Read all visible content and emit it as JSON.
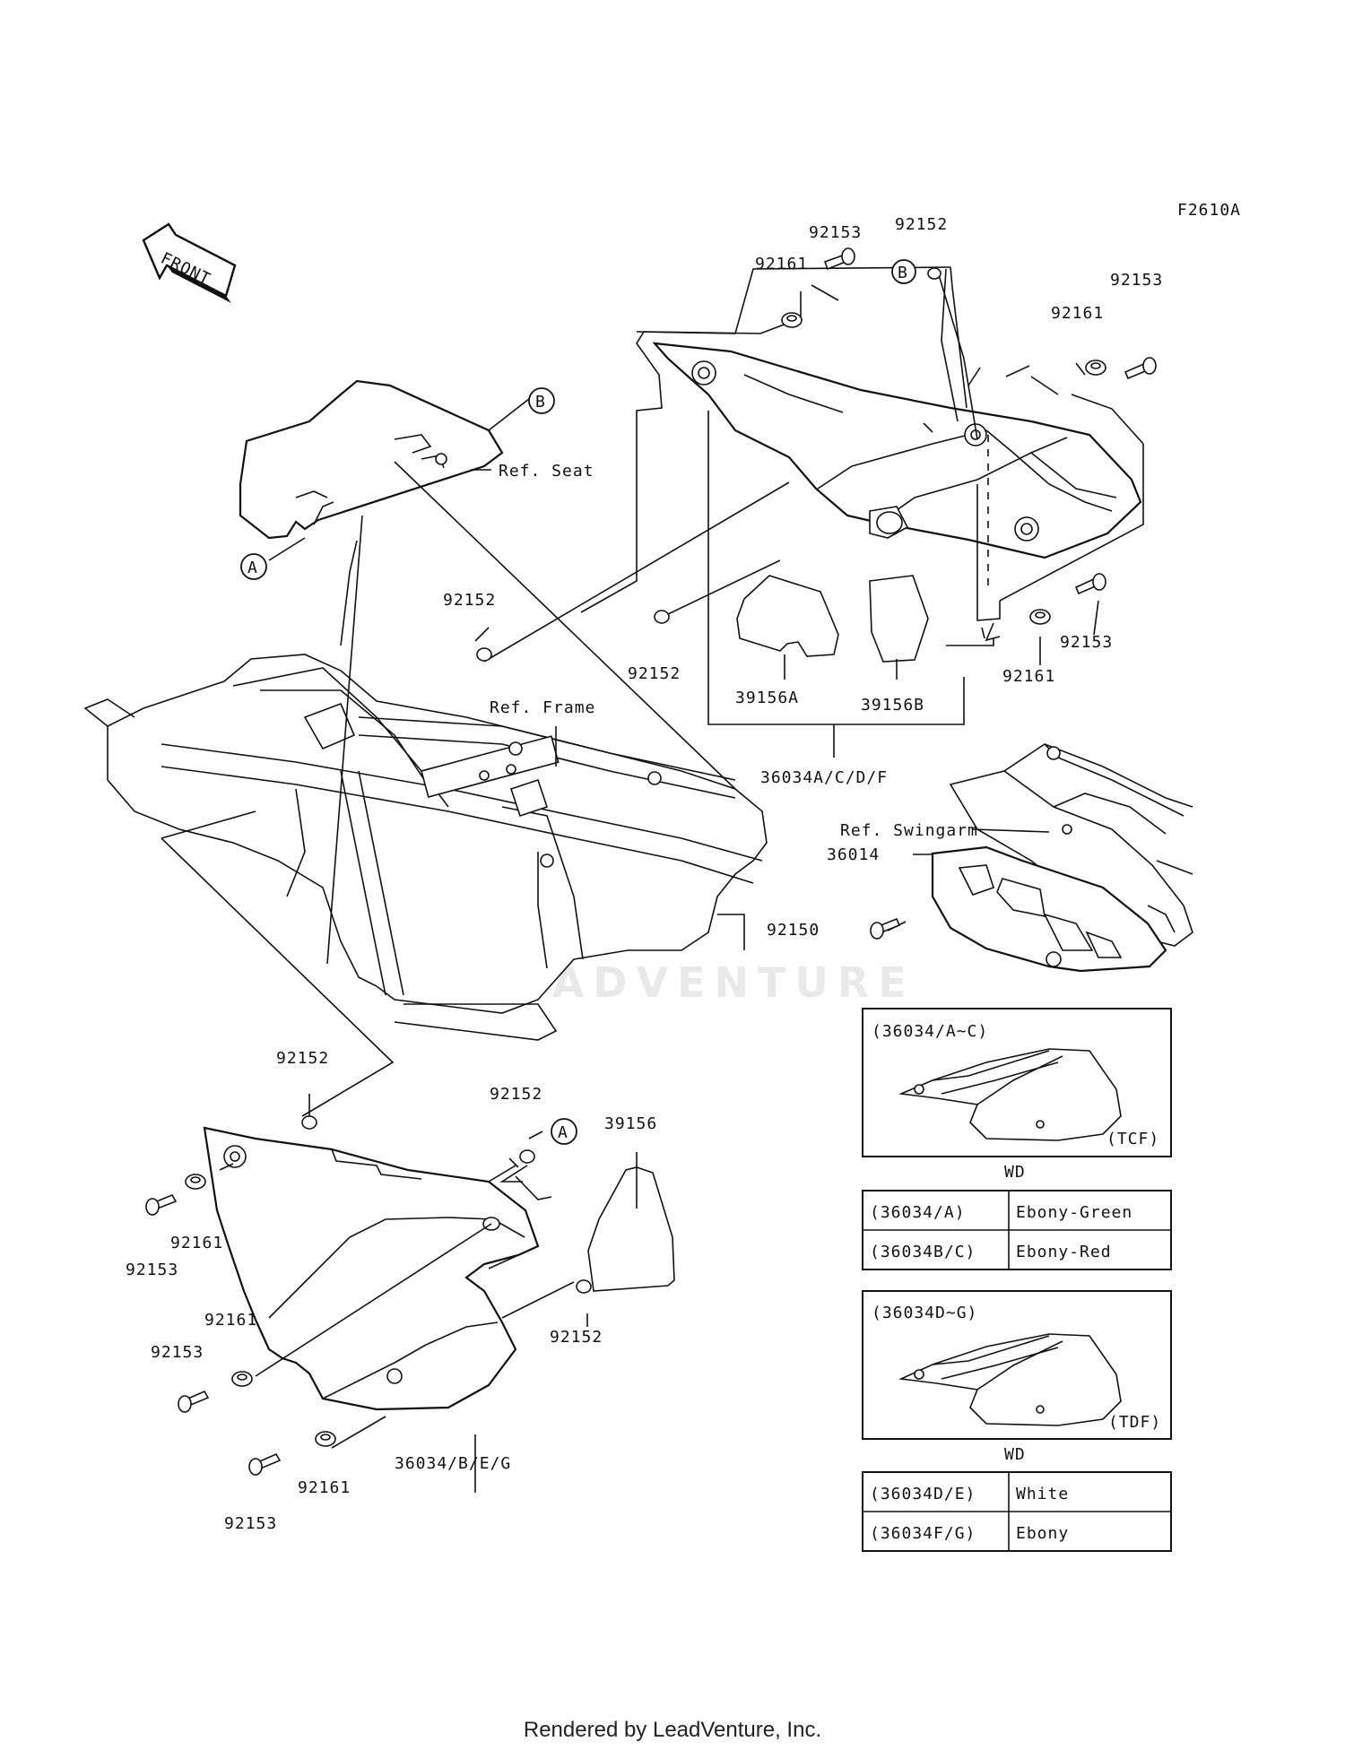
{
  "figure_code": "F2610A",
  "front_arrow_label": "FRONT",
  "watermark": "LEADVENTURE",
  "footer": "Rendered by LeadVenture, Inc.",
  "markers": {
    "a": "A",
    "b": "B"
  },
  "refs": {
    "seat": "Ref. Seat",
    "frame": "Ref. Frame",
    "swingarm": "Ref. Swingarm"
  },
  "parts": {
    "p92153_top": "92153",
    "p92152_top": "92152",
    "p92161_top": "92161",
    "p92153_right": "92153",
    "p92161_right": "92161",
    "p92152_frame": "92152",
    "p92152_mid": "92152",
    "p39156A": "39156A",
    "p39156B": "39156B",
    "p92153_mid_right": "92153",
    "p92161_mid_right": "92161",
    "p36034ACDF": "36034A/C/D/F",
    "p36014": "36014",
    "p92150": "92150",
    "p92152_left": "92152",
    "p92152_lower": "92152",
    "p39156": "39156",
    "p92161_left": "92161",
    "p92153_left": "92153",
    "p92161_lower": "92161",
    "p92153_lower": "92153",
    "p92152_cover": "92152",
    "p92161_bottom": "92161",
    "p36034BEG": "36034/B/E/G",
    "p92153_bottom": "92153"
  },
  "inset1": {
    "caption": "(36034/A~C)",
    "tag": "(TCF)",
    "model": "WD"
  },
  "table1": [
    {
      "code": "(36034/A)",
      "color": "Ebony-Green"
    },
    {
      "code": "(36034B/C)",
      "color": "Ebony-Red"
    }
  ],
  "inset2": {
    "caption": "(36034D~G)",
    "tag": "(TDF)",
    "model": "WD"
  },
  "table2": [
    {
      "code": "(36034D/E)",
      "color": "White"
    },
    {
      "code": "(36034F/G)",
      "color": "Ebony"
    }
  ]
}
